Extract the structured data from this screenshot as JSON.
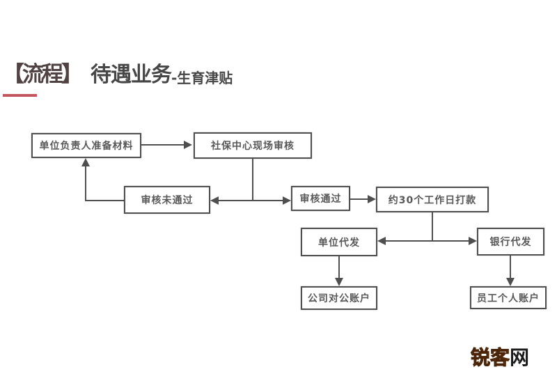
{
  "title": {
    "tag": "【流程】",
    "main": "待遇业务",
    "sub": "-生育津贴"
  },
  "flowchart": {
    "nodes": [
      {
        "id": "prepare-materials",
        "label": "单位负责人准备材料"
      },
      {
        "id": "onsite-review",
        "label": "社保中心现场审核"
      },
      {
        "id": "review-failed",
        "label": "审核未通过"
      },
      {
        "id": "review-passed",
        "label": "审核通过"
      },
      {
        "id": "payment-30-days",
        "label": "约30个工作日打款"
      },
      {
        "id": "unit-payout",
        "label": "单位代发"
      },
      {
        "id": "bank-payout",
        "label": "银行代发"
      },
      {
        "id": "company-account",
        "label": "公司对公账户"
      },
      {
        "id": "employee-account",
        "label": "员工个人账户"
      }
    ],
    "edges": [
      "prepare-materials -> onsite-review",
      "onsite-review -> review-failed",
      "onsite-review -> review-passed",
      "review-failed -> prepare-materials",
      "review-passed -> payment-30-days",
      "payment-30-days -> unit-payout",
      "payment-30-days -> bank-payout",
      "unit-payout -> company-account",
      "bank-payout -> employee-account"
    ]
  },
  "watermark": {
    "primary": "锐客",
    "secondary": "网"
  },
  "colors": {
    "accent_underline": "#c2555e",
    "title_tag": "#514343",
    "title_text": "#474747",
    "line": "#4f4f4f",
    "box_border": "#4f4f4f",
    "box_text": "#585858",
    "watermark_orange": "#d2691e",
    "background": "#ffffff"
  }
}
